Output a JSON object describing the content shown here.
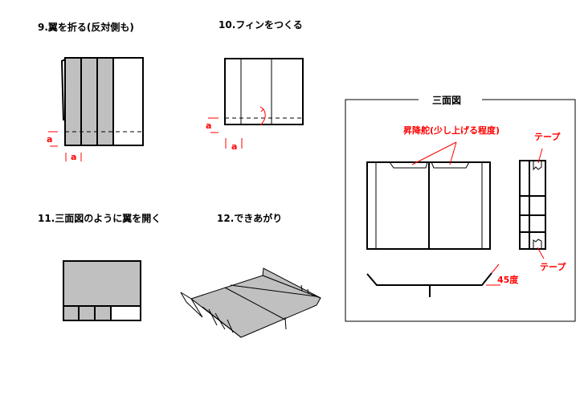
{
  "steps": [
    {
      "title": "9.翼を折る(反対側も)"
    },
    {
      "title": "10.フィンをつくる"
    },
    {
      "title": "11.三面図のように翼を開く"
    },
    {
      "title": "12.できあがり"
    }
  ],
  "labels": {
    "a": "a"
  },
  "three_view": {
    "title": "三面図",
    "elevator_note": "昇降舵(少し上げる程度)",
    "tape_top": "テープ",
    "tape_bottom": "テープ",
    "angle": "45度"
  },
  "colors": {
    "fill": "#c0c0c0",
    "annotation": "#ff0000"
  }
}
